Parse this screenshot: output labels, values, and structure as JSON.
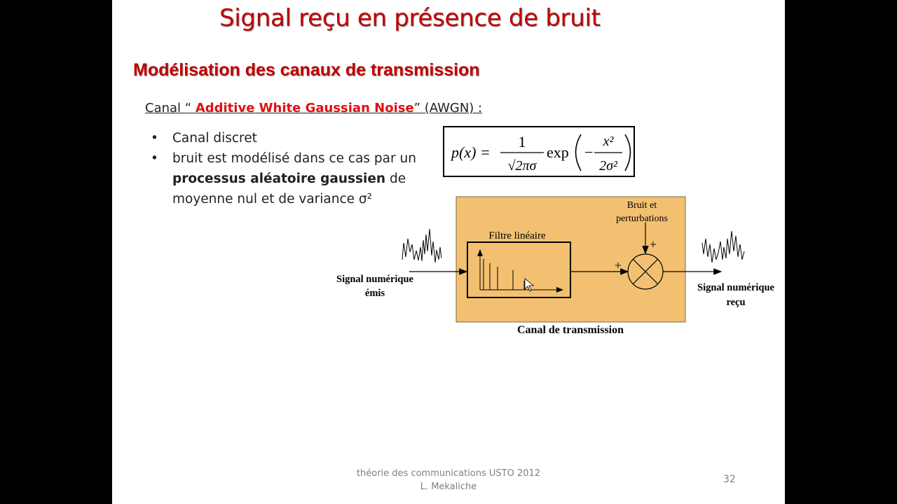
{
  "slide": {
    "title": "Signal reçu en présence de bruit",
    "subtitle": "Modélisation des canaux de transmission",
    "canal": {
      "prefix": "Canal “ ",
      "highlight": "Additive White Gaussian Noise",
      "suffix": "” (AWGN) :"
    },
    "bullets": [
      {
        "parts": [
          {
            "text": "Canal discret",
            "bold": false
          }
        ]
      },
      {
        "parts": [
          {
            "text": "bruit est modélisé dans ce cas par un ",
            "bold": false
          },
          {
            "text": "processus aléatoire gaussien",
            "bold": true
          },
          {
            "text": " de moyenne nul et de variance σ²",
            "bold": false
          }
        ]
      }
    ],
    "bullet_symbol": "•",
    "formula": {
      "lhs": "p(x) =",
      "numerator": "1",
      "denominator": "√2πσ",
      "func": "exp",
      "inner_sign": "−",
      "inner_num": "x²",
      "inner_den": "2σ²"
    },
    "diagram": {
      "noise_label_line1": "Bruit et",
      "noise_label_line2": "perturbations",
      "filter_label": "Filtre linéaire",
      "plus_top": "+",
      "plus_left": "+",
      "input_label_line1": "Signal numérique",
      "input_label_line2": "émis",
      "output_label_line1": "Signal numérique",
      "output_label_line2": "reçu",
      "channel_label": "Canal de transmission",
      "box_color": "#f2c070"
    },
    "footer_line1": "théorie des communications   USTO 2012",
    "footer_line2": "L. Mekaliche",
    "page_number": "32"
  }
}
